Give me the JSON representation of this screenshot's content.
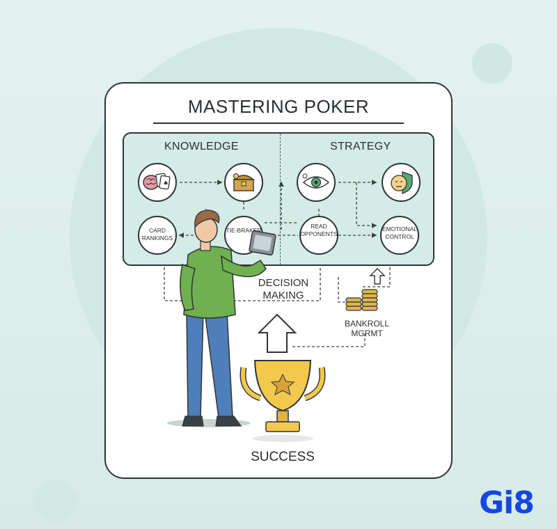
{
  "diagram": {
    "title": "MASTERING POKER",
    "sections": {
      "knowledge": "KNOWLEDGE",
      "strategy": "STRATEGY"
    },
    "nodes": {
      "card_rankings": "CARD RANKINGS",
      "tie_breaker": "TIE-BRAKER",
      "read_opponents": "READ OPPONENTS",
      "emotional_control": "EMOTIONAL CONTROL"
    },
    "decision_making": "DECISION MAKING",
    "bankroll": "BANKROLL MGRMT",
    "success": "SUCCESS"
  },
  "branding": {
    "logo": "Gi8",
    "logo_color": "#1646e0"
  },
  "colors": {
    "background": "#e3f2ef",
    "board": "#d4ece6",
    "outline": "#2e3338",
    "trophy": "#f2c94c",
    "sweater": "#6fb04f",
    "coins": "#e0b64a"
  },
  "icons": [
    "brain-icon",
    "playing-cards-icon",
    "treasure-chest-icon",
    "eye-icon",
    "calm-face-shield-icon",
    "coin-stacks-icon",
    "trophy-icon",
    "up-arrow-icon"
  ]
}
